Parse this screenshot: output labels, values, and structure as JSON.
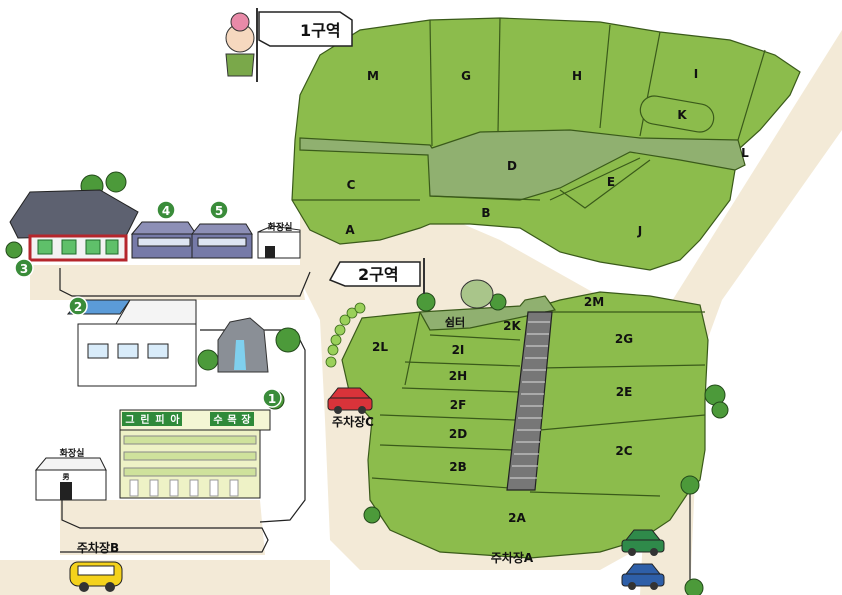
{
  "zones": {
    "zone1_label": "1구역",
    "zone2_label": "2구역"
  },
  "zone1_plots": [
    {
      "id": "M",
      "label": "M"
    },
    {
      "id": "G",
      "label": "G"
    },
    {
      "id": "H",
      "label": "H"
    },
    {
      "id": "I",
      "label": "I"
    },
    {
      "id": "K",
      "label": "K"
    },
    {
      "id": "L",
      "label": "L"
    },
    {
      "id": "C",
      "label": "C"
    },
    {
      "id": "D",
      "label": "D"
    },
    {
      "id": "E",
      "label": "E"
    },
    {
      "id": "A",
      "label": "A"
    },
    {
      "id": "B",
      "label": "B"
    },
    {
      "id": "J",
      "label": "J"
    }
  ],
  "zone2_plots": [
    {
      "id": "2M",
      "label": "2M"
    },
    {
      "id": "2K",
      "label": "2K"
    },
    {
      "id": "2G",
      "label": "2G"
    },
    {
      "id": "2L",
      "label": "2L"
    },
    {
      "id": "2I",
      "label": "2I"
    },
    {
      "id": "2H",
      "label": "2H"
    },
    {
      "id": "2E",
      "label": "2E"
    },
    {
      "id": "2F",
      "label": "2F"
    },
    {
      "id": "2D",
      "label": "2D"
    },
    {
      "id": "2C",
      "label": "2C"
    },
    {
      "id": "2B",
      "label": "2B"
    },
    {
      "id": "2A",
      "label": "2A"
    }
  ],
  "facilities": {
    "shelter": "쉼터",
    "toilet_top": "화장실",
    "toilet_bottom": "화장실",
    "toilet_door_mark": "男",
    "greenpia_sign": [
      "그",
      "린",
      "피",
      "아"
    ],
    "sumokjang_sign": [
      "수",
      "목",
      "장"
    ]
  },
  "markers": [
    "1",
    "2",
    "3",
    "4",
    "5"
  ],
  "parking": {
    "a": "주차장A",
    "b": "주차장B",
    "c": "주차장C"
  },
  "colors": {
    "plot": "#8cbc4c",
    "plot_border": "#3a5a1a",
    "path": "#90b070",
    "road": "#f3ead7",
    "marker": "#3a8c3a",
    "car_red": "#d9333a",
    "car_green": "#2f8a4a",
    "car_blue": "#2e5fa8",
    "car_yellow": "#f4d21c"
  }
}
